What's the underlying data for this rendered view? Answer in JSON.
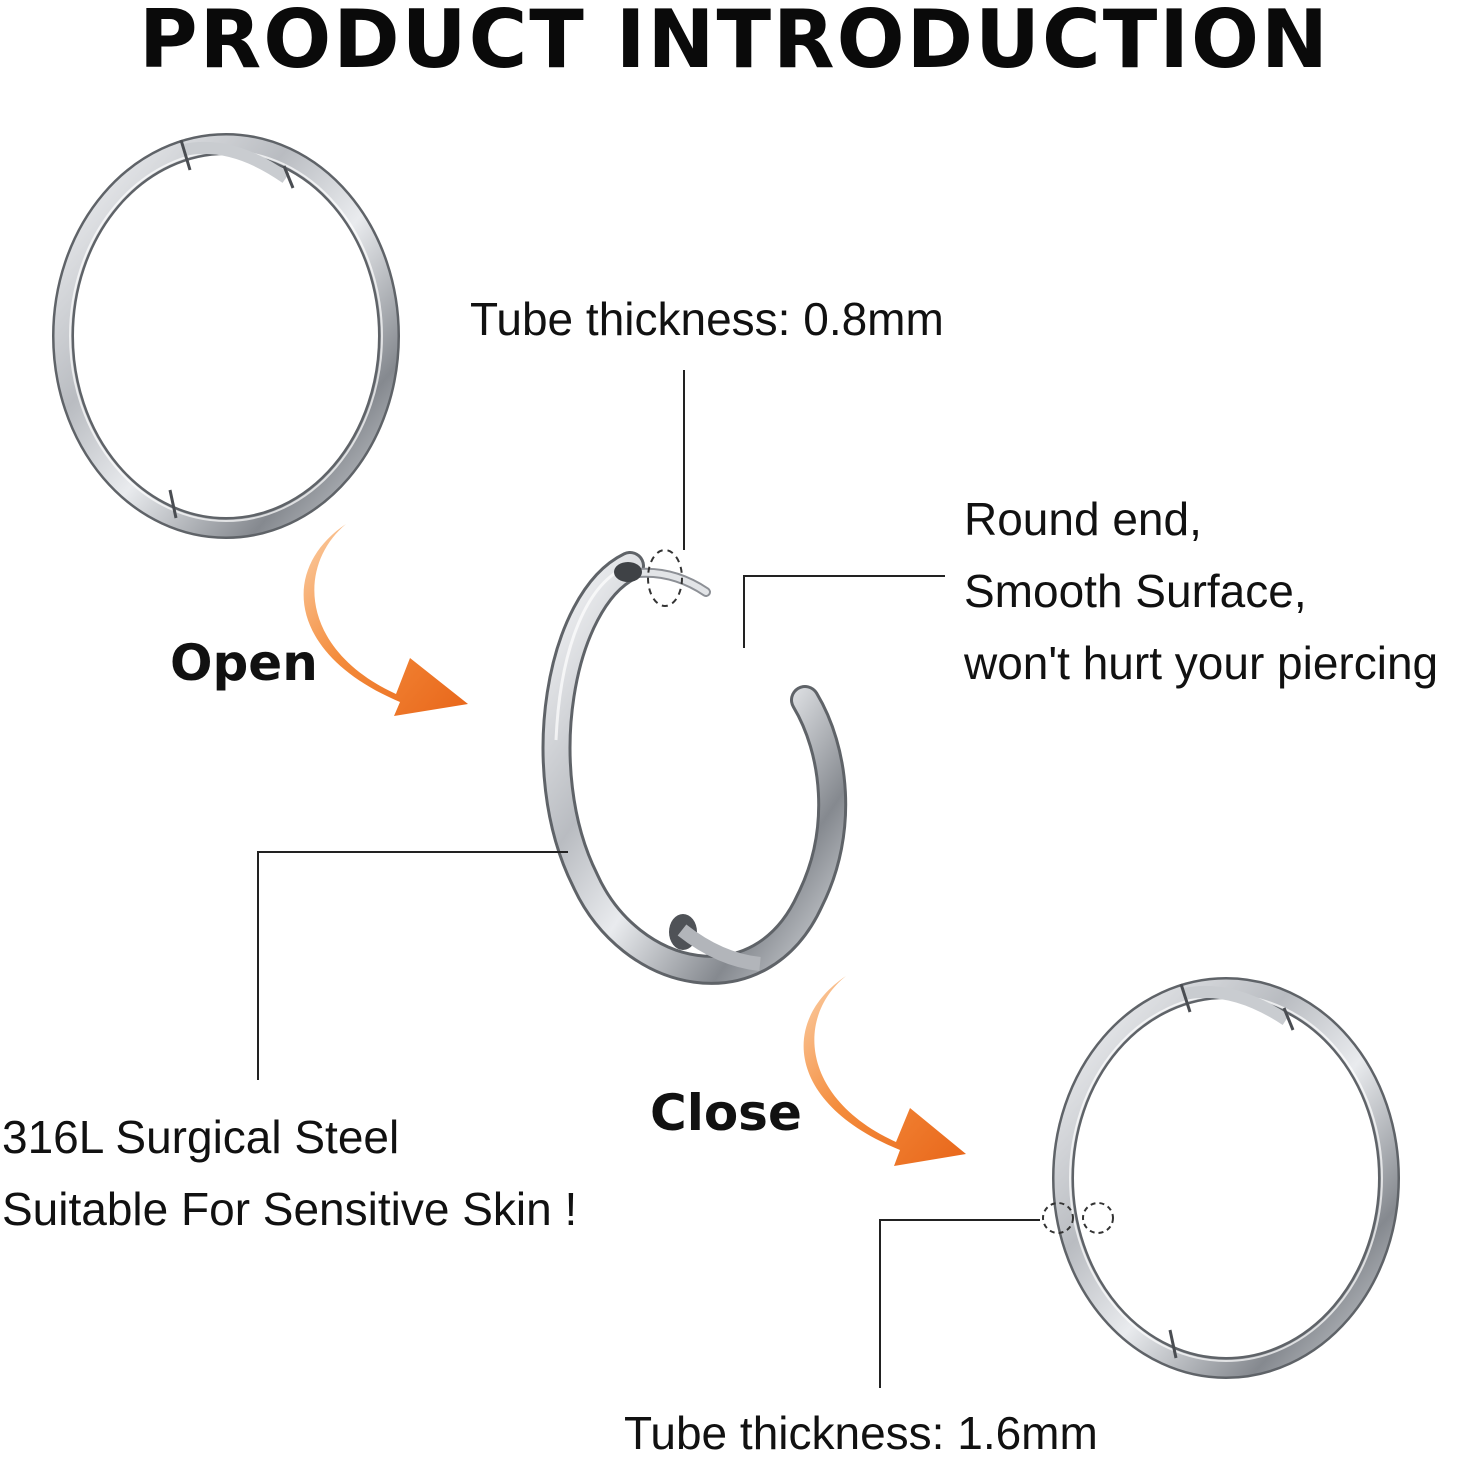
{
  "title": "PRODUCT INTRODUCTION",
  "labels": {
    "open": "Open",
    "close": "Close",
    "tube_small": "Tube thickness: 0.8mm",
    "tube_large": "Tube thickness: 1.6mm",
    "round_end": [
      "Round end,",
      "Smooth Surface,",
      "won't hurt your piercing"
    ],
    "steel": [
      "316L Surgical Steel",
      "Suitable For Sensitive Skin !"
    ]
  },
  "colors": {
    "arrow": "#f07a28",
    "leader_line": "#222222",
    "steel_dark": "#6c6f74",
    "steel_light": "#f4f5f7"
  }
}
